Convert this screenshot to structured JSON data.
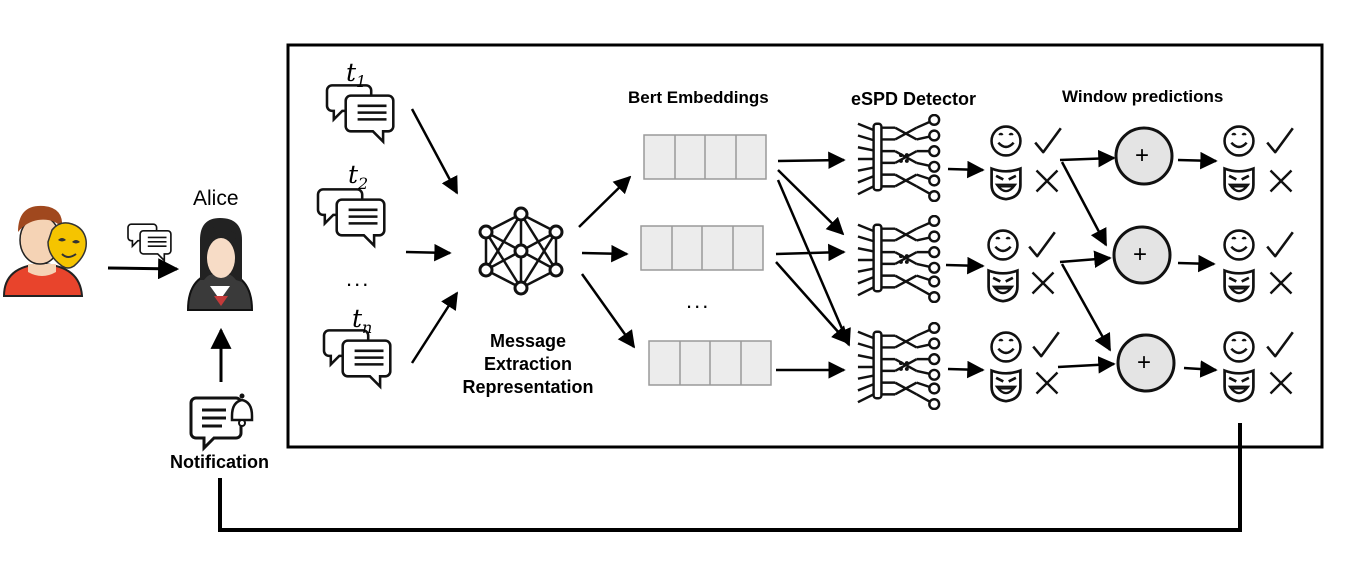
{
  "user_label": "Alice",
  "notification_label": "Notification",
  "message_steps": [
    {
      "base": "t",
      "sub": "1"
    },
    {
      "base": "t",
      "sub": "2"
    },
    {
      "base": "t",
      "sub": "n"
    }
  ],
  "ellipsis": "...",
  "extraction": {
    "line1": "Message",
    "line2": "Extraction",
    "line3": "Representation"
  },
  "embeddings_label": "Bert Embeddings",
  "detector_label": "eSPD Detector",
  "window_label": "Window predictions",
  "plus_symbol": "+",
  "icons": [
    "predator-icon",
    "chat-bubbles-icon",
    "user-avatar-icon",
    "notification-bell-icon",
    "graph-network-icon",
    "neural-network-icon",
    "smiley-face-icon",
    "evil-face-icon",
    "check-icon",
    "cross-icon"
  ]
}
